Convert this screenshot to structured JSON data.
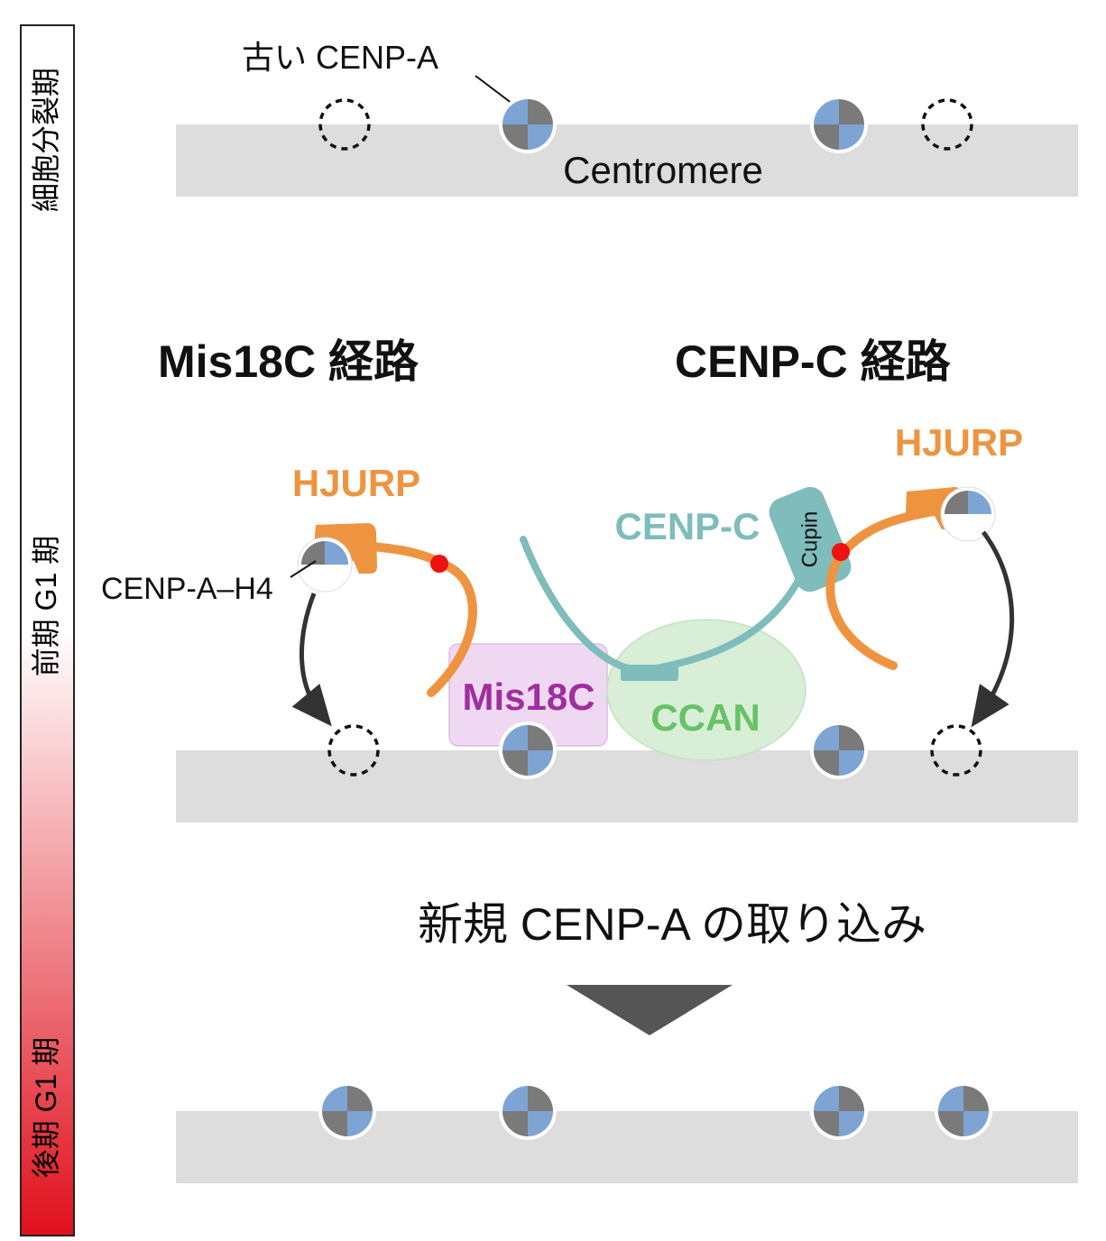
{
  "phase_bar": {
    "mitosis_label": "細胞分裂期",
    "early_g1_label": "前期 G1 期",
    "late_g1_label": "後期 G1 期",
    "gradient_top_color": "#ffffff",
    "gradient_bottom_color": "#e0101c"
  },
  "top_panel": {
    "old_cenp_a_label": "古い CENP-A",
    "centromere_label": "Centromere"
  },
  "pathways": {
    "mis18c_title": "Mis18C 経路",
    "cenpc_title": "CENP-C 経路"
  },
  "middle_panel": {
    "hjurp_left_label": "HJURP",
    "hjurp_right_label": "HJURP",
    "cenp_a_h4_label": "CENP-A–H4",
    "cenp_c_label": "CENP-C",
    "cupin_label": "Cupin",
    "mis18c_label": "Mis18C",
    "ccan_label": "CCAN"
  },
  "bottom_panel": {
    "incorporation_caption": "新規 CENP-A の取り込み"
  },
  "colors": {
    "hjurp": "#ee9440",
    "cenp_c": "#7fbcbc",
    "mis18c_text": "#a02ea0",
    "mis18c_fill": "#efd8f2",
    "ccan_text": "#66c266",
    "ccan_fill": "#d8eed6",
    "phospho_dot": "#ee1111",
    "nucleosome_blue": "#7ea4d4",
    "nucleosome_gray": "#7a7a7a",
    "chromatin": "#dddddd"
  }
}
